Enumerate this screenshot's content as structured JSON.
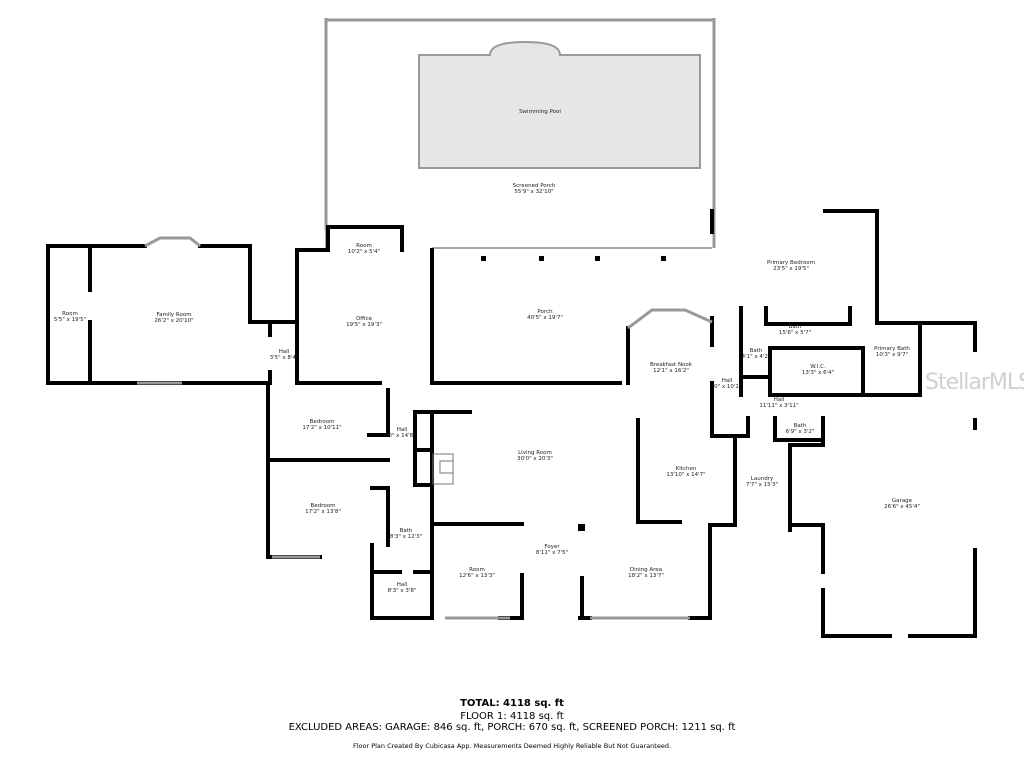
{
  "rooms": {
    "pool": {
      "name": "Swimming Pool",
      "dims": ""
    },
    "screened_porch": {
      "name": "Screened Porch",
      "dims": "55'9\" x 32'10\""
    },
    "small_room": {
      "name": "Room",
      "dims": "10'2\" x 5'4\""
    },
    "side_room": {
      "name": "Room",
      "dims": "5'5\" x 19'5\""
    },
    "family_room": {
      "name": "Family Room",
      "dims": "26'2\" x 20'10\""
    },
    "hall_a": {
      "name": "Hall",
      "dims": "3'5\" x 8'4\""
    },
    "office": {
      "name": "Office",
      "dims": "19'5\" x 19'3\""
    },
    "porch": {
      "name": "Porch",
      "dims": "40'5\" x 19'7\""
    },
    "breakfast_nook": {
      "name": "Breakfast Nook",
      "dims": "12'1\" x 16'2\""
    },
    "primary_bedroom": {
      "name": "Primary Bedroom",
      "dims": "23'5\" x 19'5\""
    },
    "bath_a": {
      "name": "Bath",
      "dims": "15'6\" x 5'7\""
    },
    "bath_b": {
      "name": "Bath",
      "dims": "4'1\" x 4'2\""
    },
    "wic": {
      "name": "W.I.C.",
      "dims": "13'3\" x 6'4\""
    },
    "primary_bath": {
      "name": "Primary Bath",
      "dims": "10'3\" x 9'7\""
    },
    "hall_b": {
      "name": "Hall",
      "dims": "'0\" x 10'1\""
    },
    "hall_c": {
      "name": "Hall",
      "dims": "11'11\" x 3'11\""
    },
    "bath_c": {
      "name": "Bath",
      "dims": "6'9\" x 3'2\""
    },
    "bedroom_a": {
      "name": "Bedroom",
      "dims": "17'2\" x 10'11\""
    },
    "hall_d": {
      "name": "Hall",
      "dims": "0\" x 14'8\""
    },
    "living_room": {
      "name": "Living Room",
      "dims": "30'0\" x 20'3\""
    },
    "kitchen": {
      "name": "Kitchen",
      "dims": "13'10\" x 14'7\""
    },
    "laundry": {
      "name": "Laundry",
      "dims": "7'7\" x 15'3\""
    },
    "garage": {
      "name": "Garage",
      "dims": "26'6\" x 45'4\""
    },
    "bedroom_b": {
      "name": "Bedroom",
      "dims": "17'2\" x 13'8\""
    },
    "bath_d": {
      "name": "Bath",
      "dims": "8'3\" x 12'3\""
    },
    "hall_e": {
      "name": "Hall",
      "dims": "8'3\" x 3'8\""
    },
    "room_front": {
      "name": "Room",
      "dims": "12'6\" x 13'3\""
    },
    "foyer": {
      "name": "Foyer",
      "dims": "8'11\" x 7'5\""
    },
    "dining": {
      "name": "Dining Area",
      "dims": "18'2\" x 13'7\""
    }
  },
  "summary": {
    "total": "TOTAL: 4118 sq. ft",
    "floor": "FLOOR 1: 4118 sq. ft",
    "excluded": "EXCLUDED AREAS: GARAGE: 846 sq. ft, PORCH: 670 sq. ft, SCREENED PORCH: 1211 sq. ft",
    "credit": "Floor Plan Created By Cubicasa App. Measurements Deemed Highly Reliable But Not Guaranteed."
  },
  "watermark": "StellarMLS",
  "colors": {
    "wall": "#000000",
    "pool": "#e6e6e6"
  }
}
